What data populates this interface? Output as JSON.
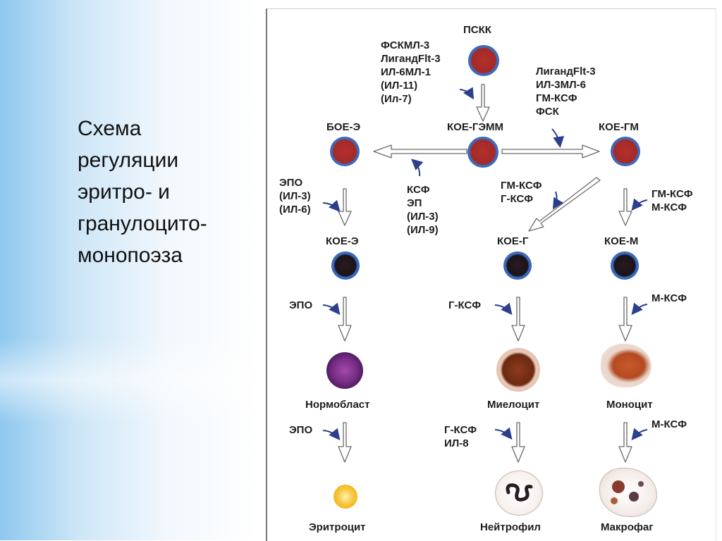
{
  "slide": {
    "title": "Схема\nрегуляции\nэритро- и\nгранулоцито-\nмонопоэза"
  },
  "nodes": {
    "pskk": "ПСКК",
    "boe_e": "БОЕ-Э",
    "koe_gemm": "КОЕ-ГЭММ",
    "koe_gm": "КОЕ-ГМ",
    "koe_e": "КОЕ-Э",
    "koe_g": "КОЕ-Г",
    "koe_m": "КОЕ-М",
    "normoblast": "Нормобласт",
    "myelocyte": "Миелоцит",
    "monocyte": "Моноцит",
    "erythrocyte": "Эритроцит",
    "neutrophil": "Нейтрофил",
    "macrophage": "Макрофаг"
  },
  "factors": {
    "pskk_to_gemm": "ФСКМЛ-3\nЛигандFlt-3\nИЛ-6МЛ-1\n(ИЛ-11)\n(Ил-7)",
    "gemm_to_gm": "ЛигандFlt-3\nИЛ-3МЛ-6\nГМ-КСФ\nФСК",
    "gemm_to_boe": "КСФ\nЭП\n(ИЛ-3)\n(ИЛ-9)",
    "boe_to_koe_e": "ЭПО\n(ИЛ-3)\n(ИЛ-6)",
    "gm_to_koe_g": "ГМ-КСФ\nГ-КСФ",
    "gm_to_koe_m": "ГМ-КСФ\nМ-КСФ",
    "koe_e_to_normoblast": "ЭПО",
    "koe_g_to_myelocyte": "Г-КСФ",
    "koe_m_to_monocyte": "М-КСФ",
    "normoblast_to_erythrocyte": "ЭПО",
    "myelocyte_to_neutrophil": "Г-КСФ\nИЛ-8",
    "monocyte_to_macrophage": "М-КСФ"
  },
  "colors": {
    "arrow_outline": "#6a6a6a",
    "factor_arrow": "#2b3f8c",
    "progenitor_ring": "#3c6fc4",
    "progenitor_core": "#b3302b",
    "normoblast": "#7a2e86",
    "erythrocyte": "#f5b623",
    "myeloid_cytoplasm": "#e9c9b8",
    "myeloid_nucleus": "#b44a22"
  }
}
